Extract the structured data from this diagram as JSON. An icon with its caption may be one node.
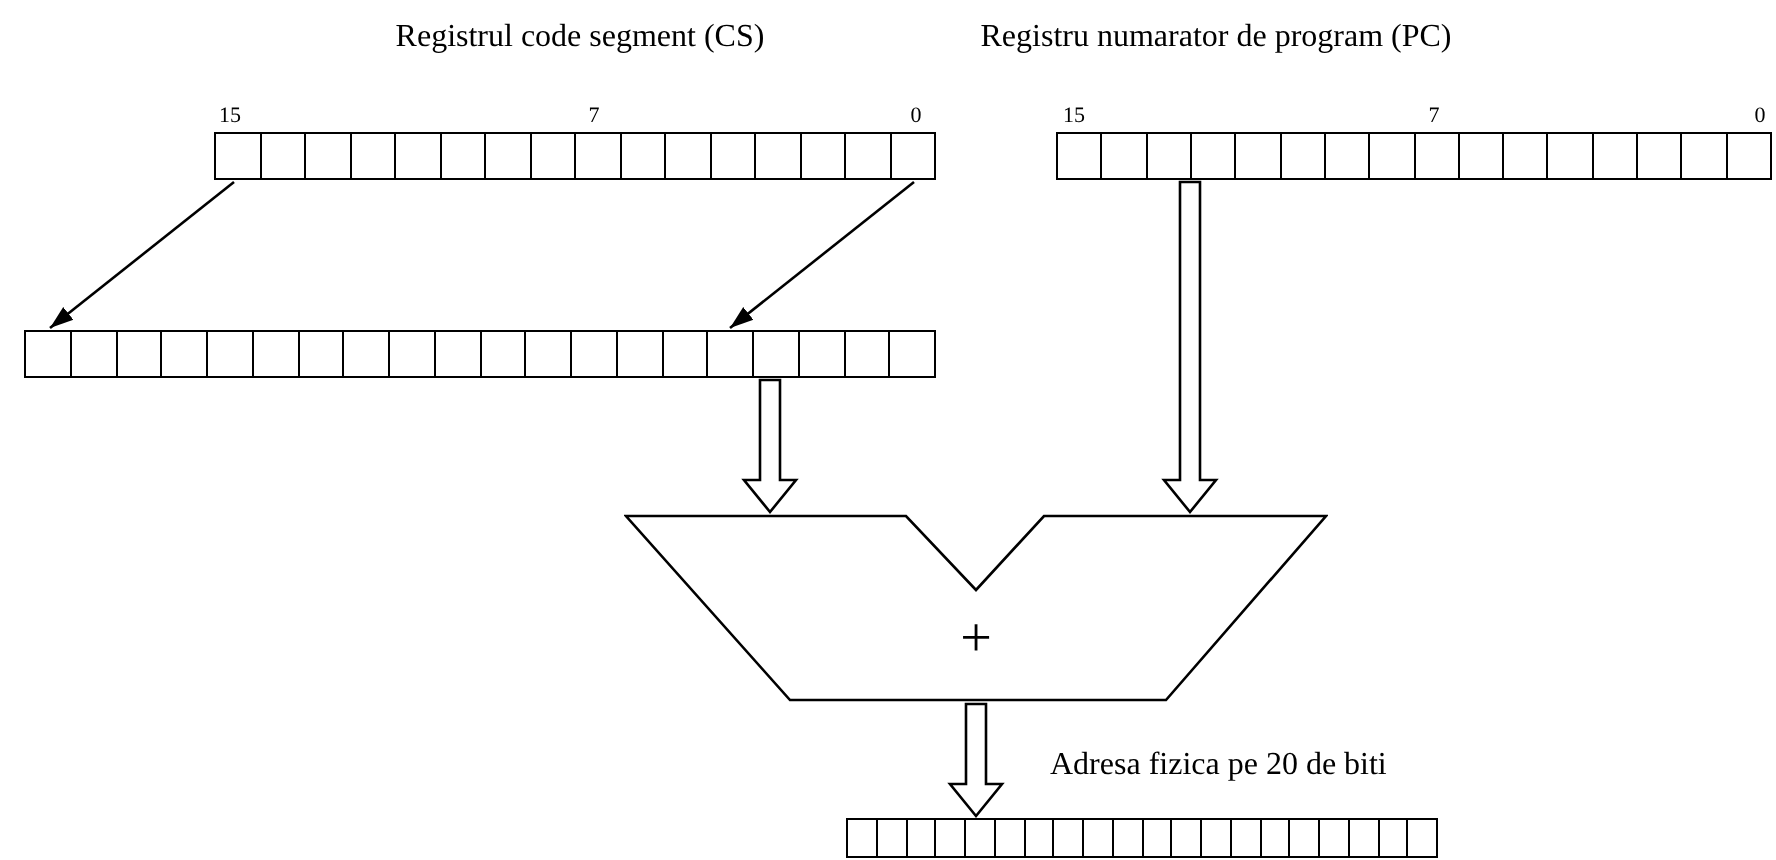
{
  "diagram": {
    "nodes": [
      {
        "text": [
          "Registrul code segment (CS)"
        ],
        "beside": [
          "15",
          "7",
          "0"
        ]
      },
      {
        "text": [
          "Registru numarator de program (PC)"
        ],
        "beside": [
          "15",
          "7",
          "0"
        ]
      },
      {
        "text": [],
        "shape": "box"
      },
      {
        "text": [
          "+"
        ]
      },
      {
        "text": [],
        "shape": "box"
      }
    ],
    "edges": [
      {
        "from": 0,
        "to": 2,
        "arrow": "to"
      },
      {
        "from": 0,
        "to": 2,
        "arrow": "to"
      },
      {
        "from": 2,
        "to": 3,
        "arrow": "to",
        "style": "thick"
      },
      {
        "from": 1,
        "to": 3,
        "arrow": "to",
        "style": "thick"
      },
      {
        "from": 3,
        "to": 4,
        "arrow": "to",
        "style": "thick",
        "label": "Adresa fizica pe 20 de biti"
      }
    ]
  }
}
